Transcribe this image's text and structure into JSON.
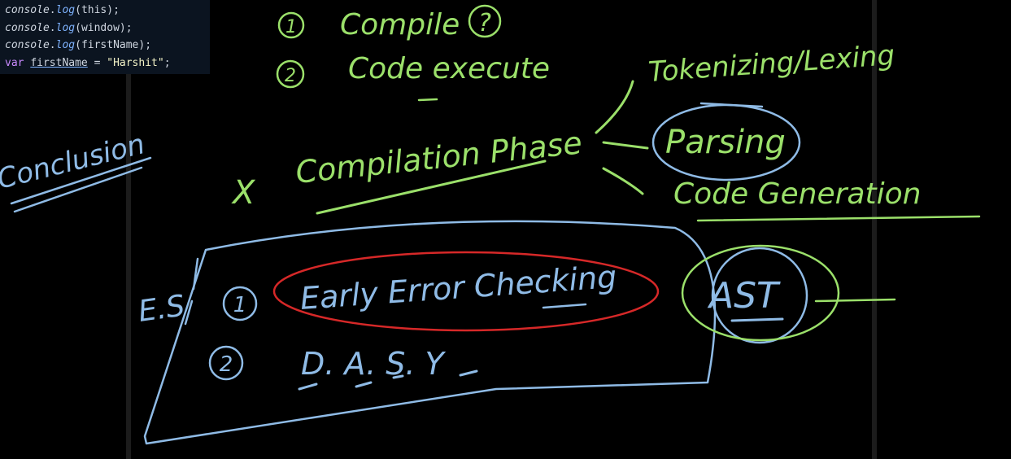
{
  "code": {
    "lines": [
      {
        "obj": "console",
        "method": "log",
        "arg": "this"
      },
      {
        "obj": "console",
        "method": "log",
        "arg": "window"
      },
      {
        "obj": "console",
        "method": "log",
        "arg": "firstName"
      }
    ],
    "decl": {
      "keyword": "var",
      "name": "firstName",
      "value": "\"Harshit\""
    }
  },
  "board": {
    "steps": {
      "one_num": "1",
      "one_text": "Compile",
      "one_mark": "?",
      "two_num": "2",
      "two_text": "Code execute"
    },
    "conclusion": "Conclusion",
    "x_mark": "X",
    "phase": "Compilation Phase",
    "branches": {
      "tokenizing": "Tokenizing/Lexing",
      "parsing": "Parsing",
      "code_gen": "Code Generation"
    },
    "es_label": "E.S",
    "items": {
      "one_num": "1",
      "one_text": "Early Error Checking",
      "two_num": "2",
      "two_text": "D. A. S. Y"
    },
    "ast": "AST"
  },
  "colors": {
    "green": "#9be06a",
    "blue": "#8fbbe6",
    "red": "#d62828",
    "background": "#000000"
  }
}
